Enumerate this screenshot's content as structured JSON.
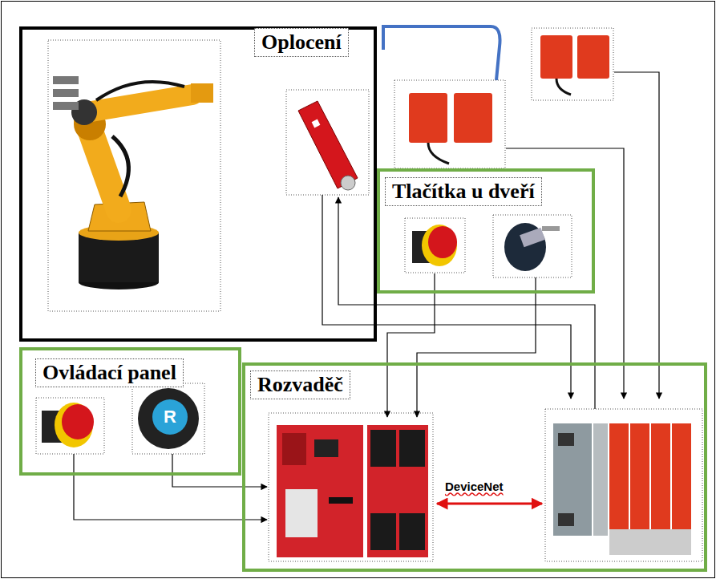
{
  "diagram": {
    "nodes": [
      {
        "text": [
          "Oplocení"
        ]
      },
      {
        "text": [
          "Tlačítka u dveří"
        ]
      },
      {
        "text": [
          "Ovládací panel"
        ]
      },
      {
        "text": [
          "Rozvaděč"
        ]
      }
    ],
    "labels": [
      "DeviceNet",
      "R"
    ]
  }
}
